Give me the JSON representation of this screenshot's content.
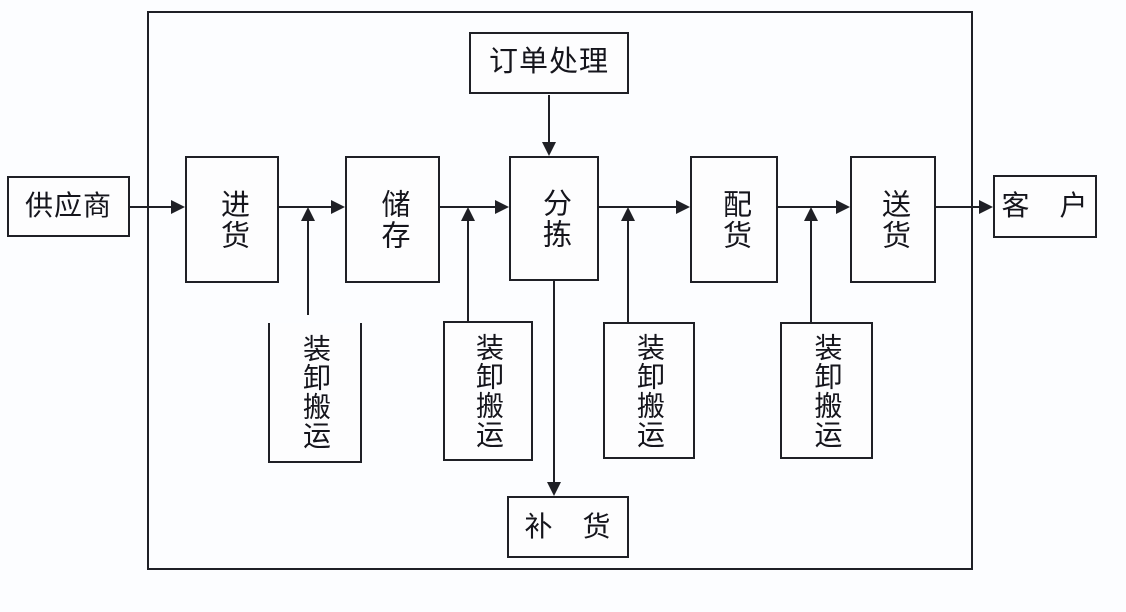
{
  "colors": {
    "line": "#1f2026",
    "background": "#fcfdff"
  },
  "flowchart": {
    "nodes": {
      "supplier": {
        "label": "供应商"
      },
      "order_processing": {
        "label": "订单处理"
      },
      "receiving": {
        "label": "进货"
      },
      "storage": {
        "label": "储存"
      },
      "sorting": {
        "label": "分拣"
      },
      "distribution": {
        "label": "配货"
      },
      "delivery": {
        "label": "送货"
      },
      "customer": {
        "label": "客　户"
      },
      "replenishment": {
        "label": "补　货"
      },
      "handling_boxes": [
        {
          "label": "装卸搬运"
        },
        {
          "label": "装卸搬运"
        },
        {
          "label": "装卸搬运"
        },
        {
          "label": "装卸搬运"
        }
      ]
    },
    "edges": [
      {
        "from": "supplier",
        "to": "receiving",
        "direction": "right"
      },
      {
        "from": "receiving",
        "to": "storage",
        "direction": "right"
      },
      {
        "from": "storage",
        "to": "sorting",
        "direction": "right"
      },
      {
        "from": "sorting",
        "to": "distribution",
        "direction": "right"
      },
      {
        "from": "distribution",
        "to": "delivery",
        "direction": "right"
      },
      {
        "from": "delivery",
        "to": "customer",
        "direction": "right"
      },
      {
        "from": "order_processing",
        "to": "sorting",
        "direction": "down"
      },
      {
        "from": "sorting",
        "to": "replenishment",
        "direction": "down"
      },
      {
        "from": "handling_1",
        "to": "receiving-storage-connector",
        "direction": "up"
      },
      {
        "from": "handling_2",
        "to": "storage-sorting-connector",
        "direction": "up"
      },
      {
        "from": "handling_3",
        "to": "sorting-distribution-connector",
        "direction": "up"
      },
      {
        "from": "handling_4",
        "to": "distribution-delivery-connector",
        "direction": "up"
      }
    ]
  }
}
